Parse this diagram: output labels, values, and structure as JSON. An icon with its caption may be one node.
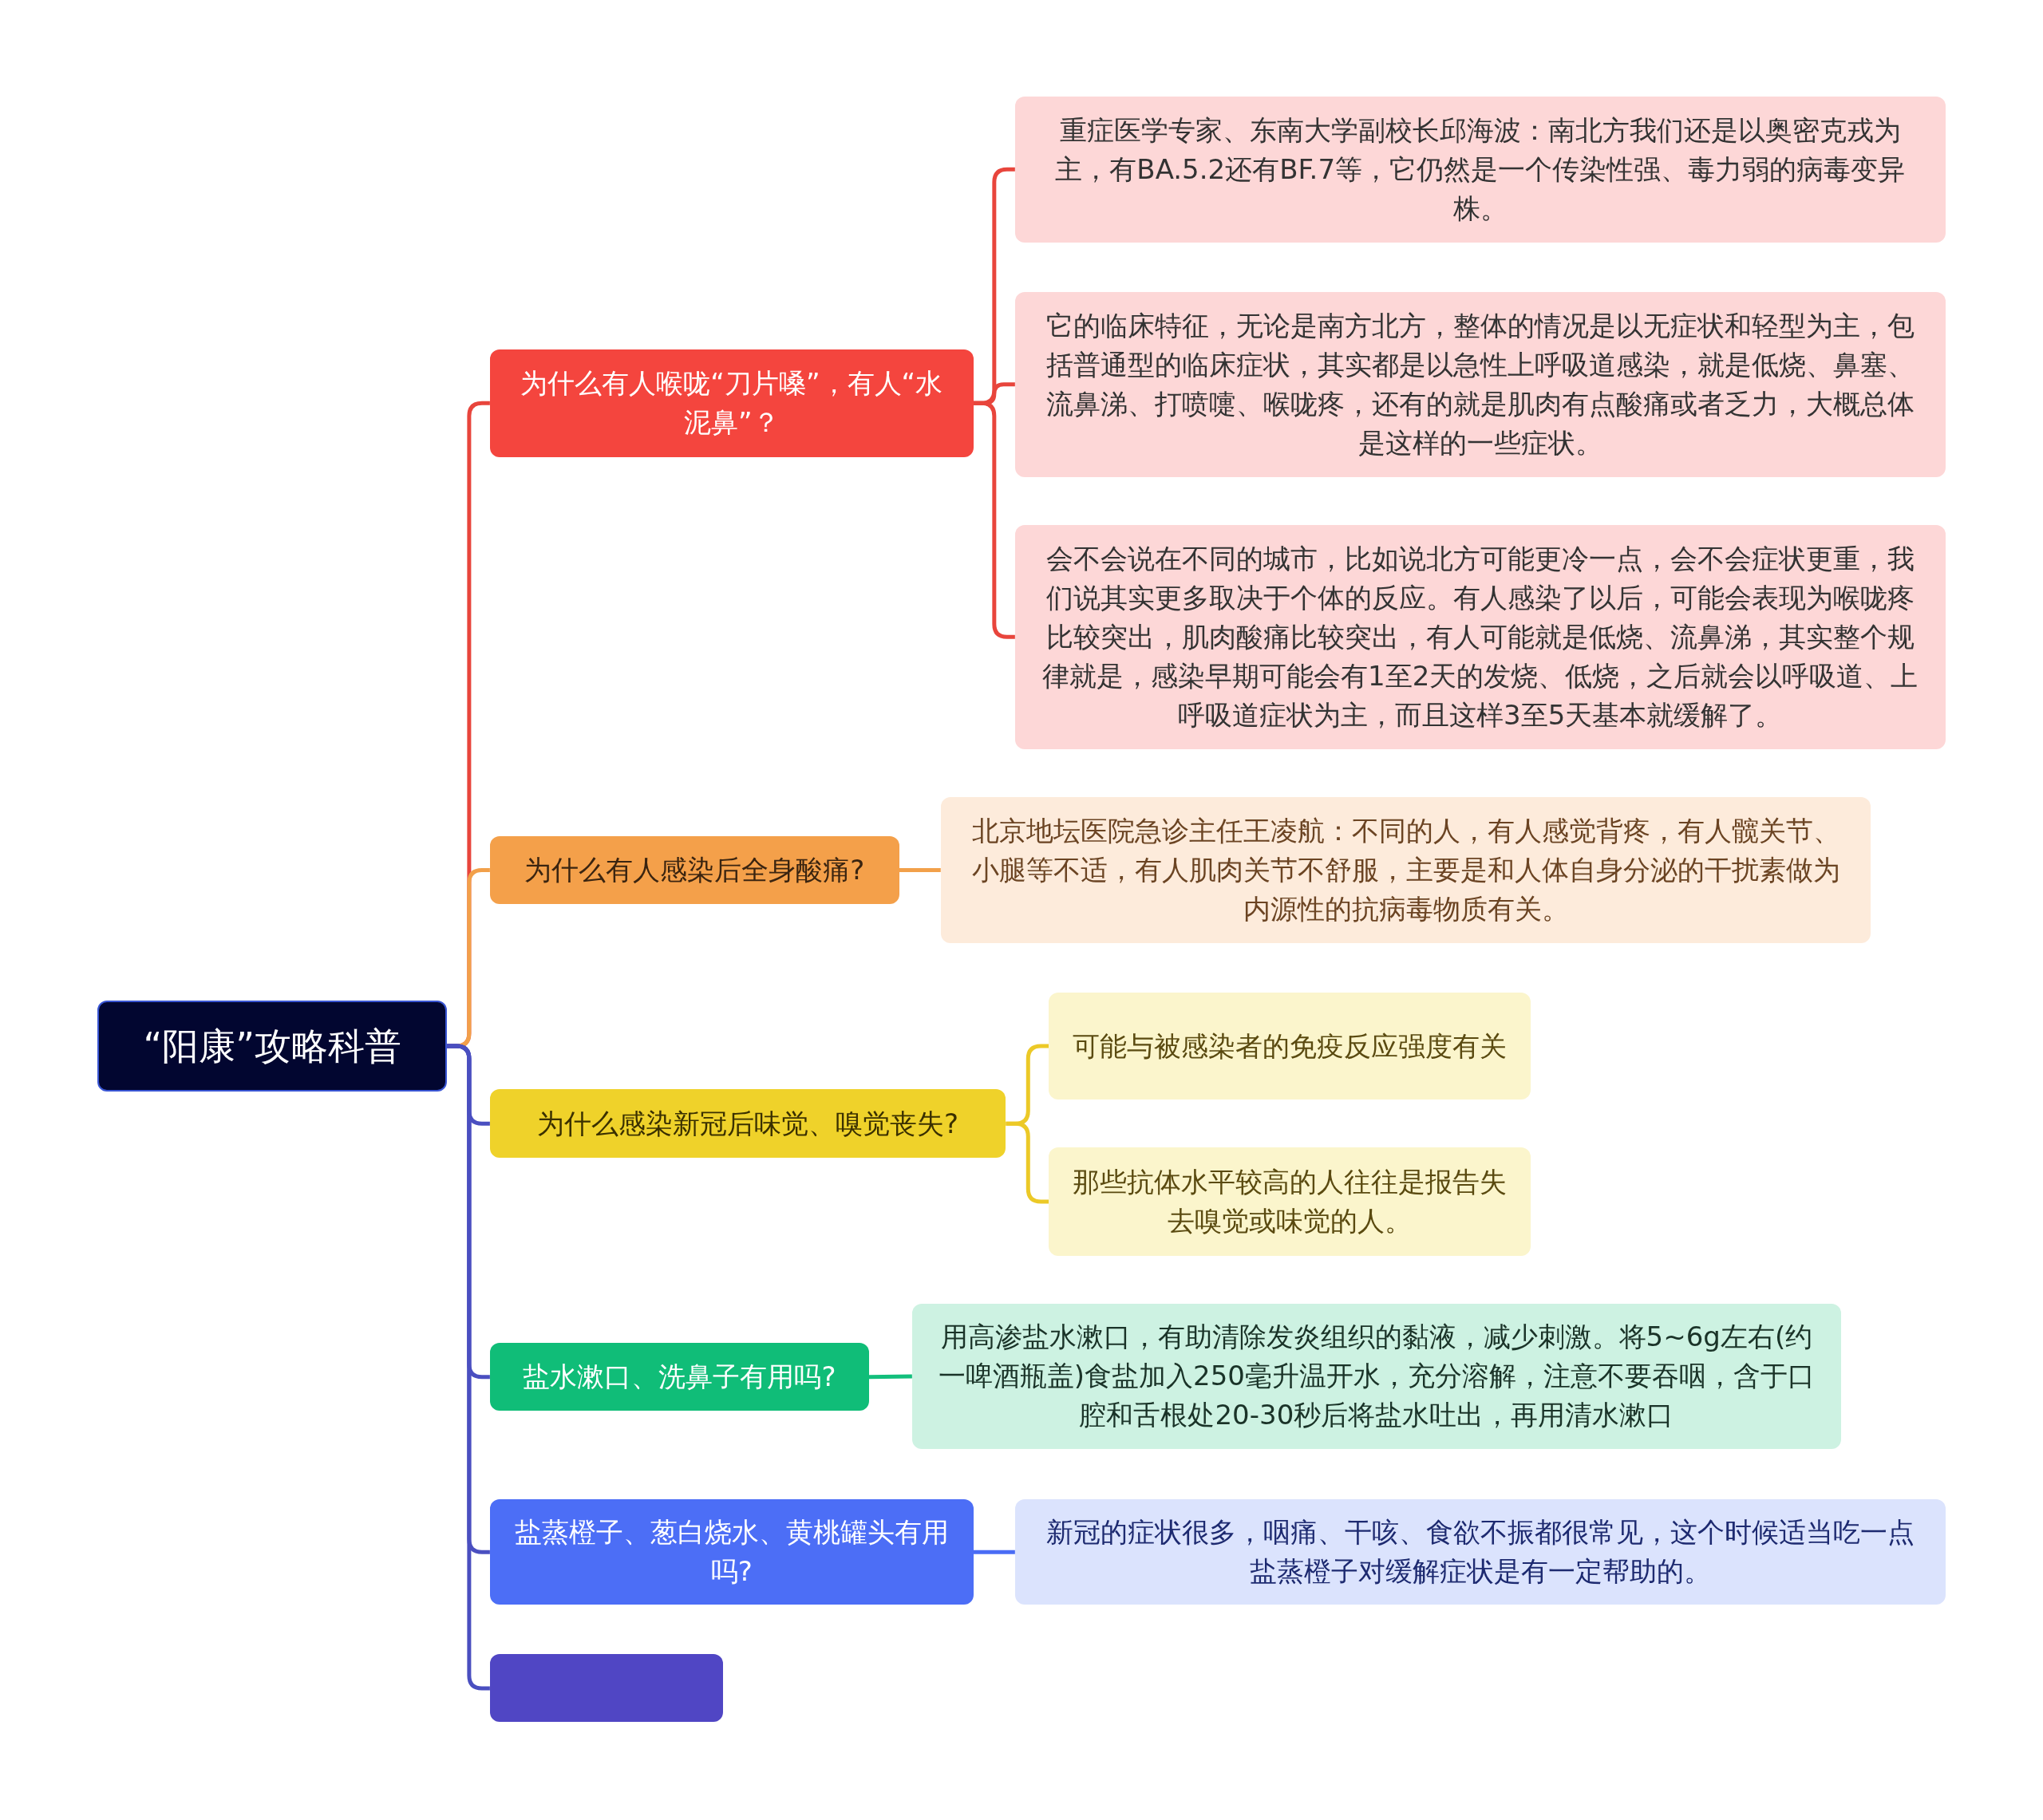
{
  "diagram": {
    "nodes": [
      {
        "text": [
          "“阳康”攻略科普"
        ]
      },
      {
        "text": [
          "为什么有人喉咙“刀片嗓”，有人“水泥鼻”？"
        ]
      },
      {
        "text": [
          "重症医学专家、东南大学副校长邱海波：南北方我们还是以奥密克戎为主，有BA.5.2还有BF.7等，它仍然是一个传染性强、毒力弱的病毒变异株。"
        ]
      },
      {
        "text": [
          "它的临床特征，无论是南方北方，整体的情况是以无症状和轻型为主，包括普通型的临床症状，其实都是以急性上呼吸道感染，就是低烧、鼻塞、流鼻涕、打喷嚏、喉咙疼，还有的就是肌肉有点酸痛或者乏力，大概总体是这样的一些症状。"
        ]
      },
      {
        "text": [
          "会不会说在不同的城市，比如说北方可能更冷一点，会不会症状更重，我们说其实更多取决于个体的反应。有人感染了以后，可能会表现为喉咙疼比较突出，肌肉酸痛比较突出，有人可能就是低烧、流鼻涕，其实整个规律就是，感染早期可能会有1至2天的发烧、低烧，之后就会以呼吸道、上呼吸道症状为主，而且这样3至5天基本就缓解了。"
        ]
      },
      {
        "text": [
          "为什么有人感染后全身酸痛?"
        ]
      },
      {
        "text": [
          "北京地坛医院急诊主任王凌航：不同的人，有人感觉背疼，有人髋关节、小腿等不适，有人肌肉关节不舒服，主要是和人体自身分泌的干扰素做为内源性的抗病毒物质有关。"
        ]
      },
      {
        "text": [
          "为什么感染新冠后味觉、嗅觉丧失?"
        ]
      },
      {
        "text": [
          "可能与被感染者的免疫反应强度有关"
        ]
      },
      {
        "text": [
          "那些抗体水平较高的人往往是报告失去嗅觉或味觉的人。"
        ]
      },
      {
        "text": [
          "盐水漱口、洗鼻子有用吗?"
        ]
      },
      {
        "text": [
          "用高渗盐水漱口，有助清除发炎组织的黏液，减少刺激。将5~6g左右(约一啤酒瓶盖)食盐加入250毫升温开水，充分溶解，注意不要吞咽，含于口腔和舌根处20-30秒后将盐水吐出，再用清水漱口"
        ]
      },
      {
        "text": [
          "盐蒸橙子、葱白烧水、黄桃罐头有用吗?"
        ]
      },
      {
        "text": [
          "新冠的症状很多，咽痛、干咳、食欲不振都很常见，这个时候适当吃一点盐蒸橙子对缓解症状是有一定帮助的。"
        ]
      },
      {
        "text": [],
        "shape": "box"
      }
    ],
    "edges": [
      {
        "from": 0,
        "to": 1,
        "arrow": "none",
        "color": "#e8453c"
      },
      {
        "from": 1,
        "to": 2,
        "arrow": "none",
        "color": "#e8453c"
      },
      {
        "from": 1,
        "to": 3,
        "arrow": "none",
        "color": "#e8453c"
      },
      {
        "from": 1,
        "to": 4,
        "arrow": "none",
        "color": "#e8453c"
      },
      {
        "from": 0,
        "to": 5,
        "arrow": "none",
        "color": "#f2a04a"
      },
      {
        "from": 5,
        "to": 6,
        "arrow": "none",
        "color": "#f2a04a"
      },
      {
        "from": 0,
        "to": 7,
        "arrow": "none",
        "color": "#4a4fc0"
      },
      {
        "from": 7,
        "to": 8,
        "arrow": "none",
        "color": "#ecc927"
      },
      {
        "from": 7,
        "to": 9,
        "arrow": "none",
        "color": "#ecc927"
      },
      {
        "from": 0,
        "to": 10,
        "arrow": "none",
        "color": "#4a4fc0"
      },
      {
        "from": 10,
        "to": 11,
        "arrow": "none",
        "color": "#13bf7c"
      },
      {
        "from": 0,
        "to": 12,
        "arrow": "none",
        "color": "#4a4fc0"
      },
      {
        "from": 12,
        "to": 13,
        "arrow": "none",
        "color": "#4a6cf5"
      },
      {
        "from": 0,
        "to": 14,
        "arrow": "none",
        "color": "#4a4fc0"
      }
    ]
  }
}
